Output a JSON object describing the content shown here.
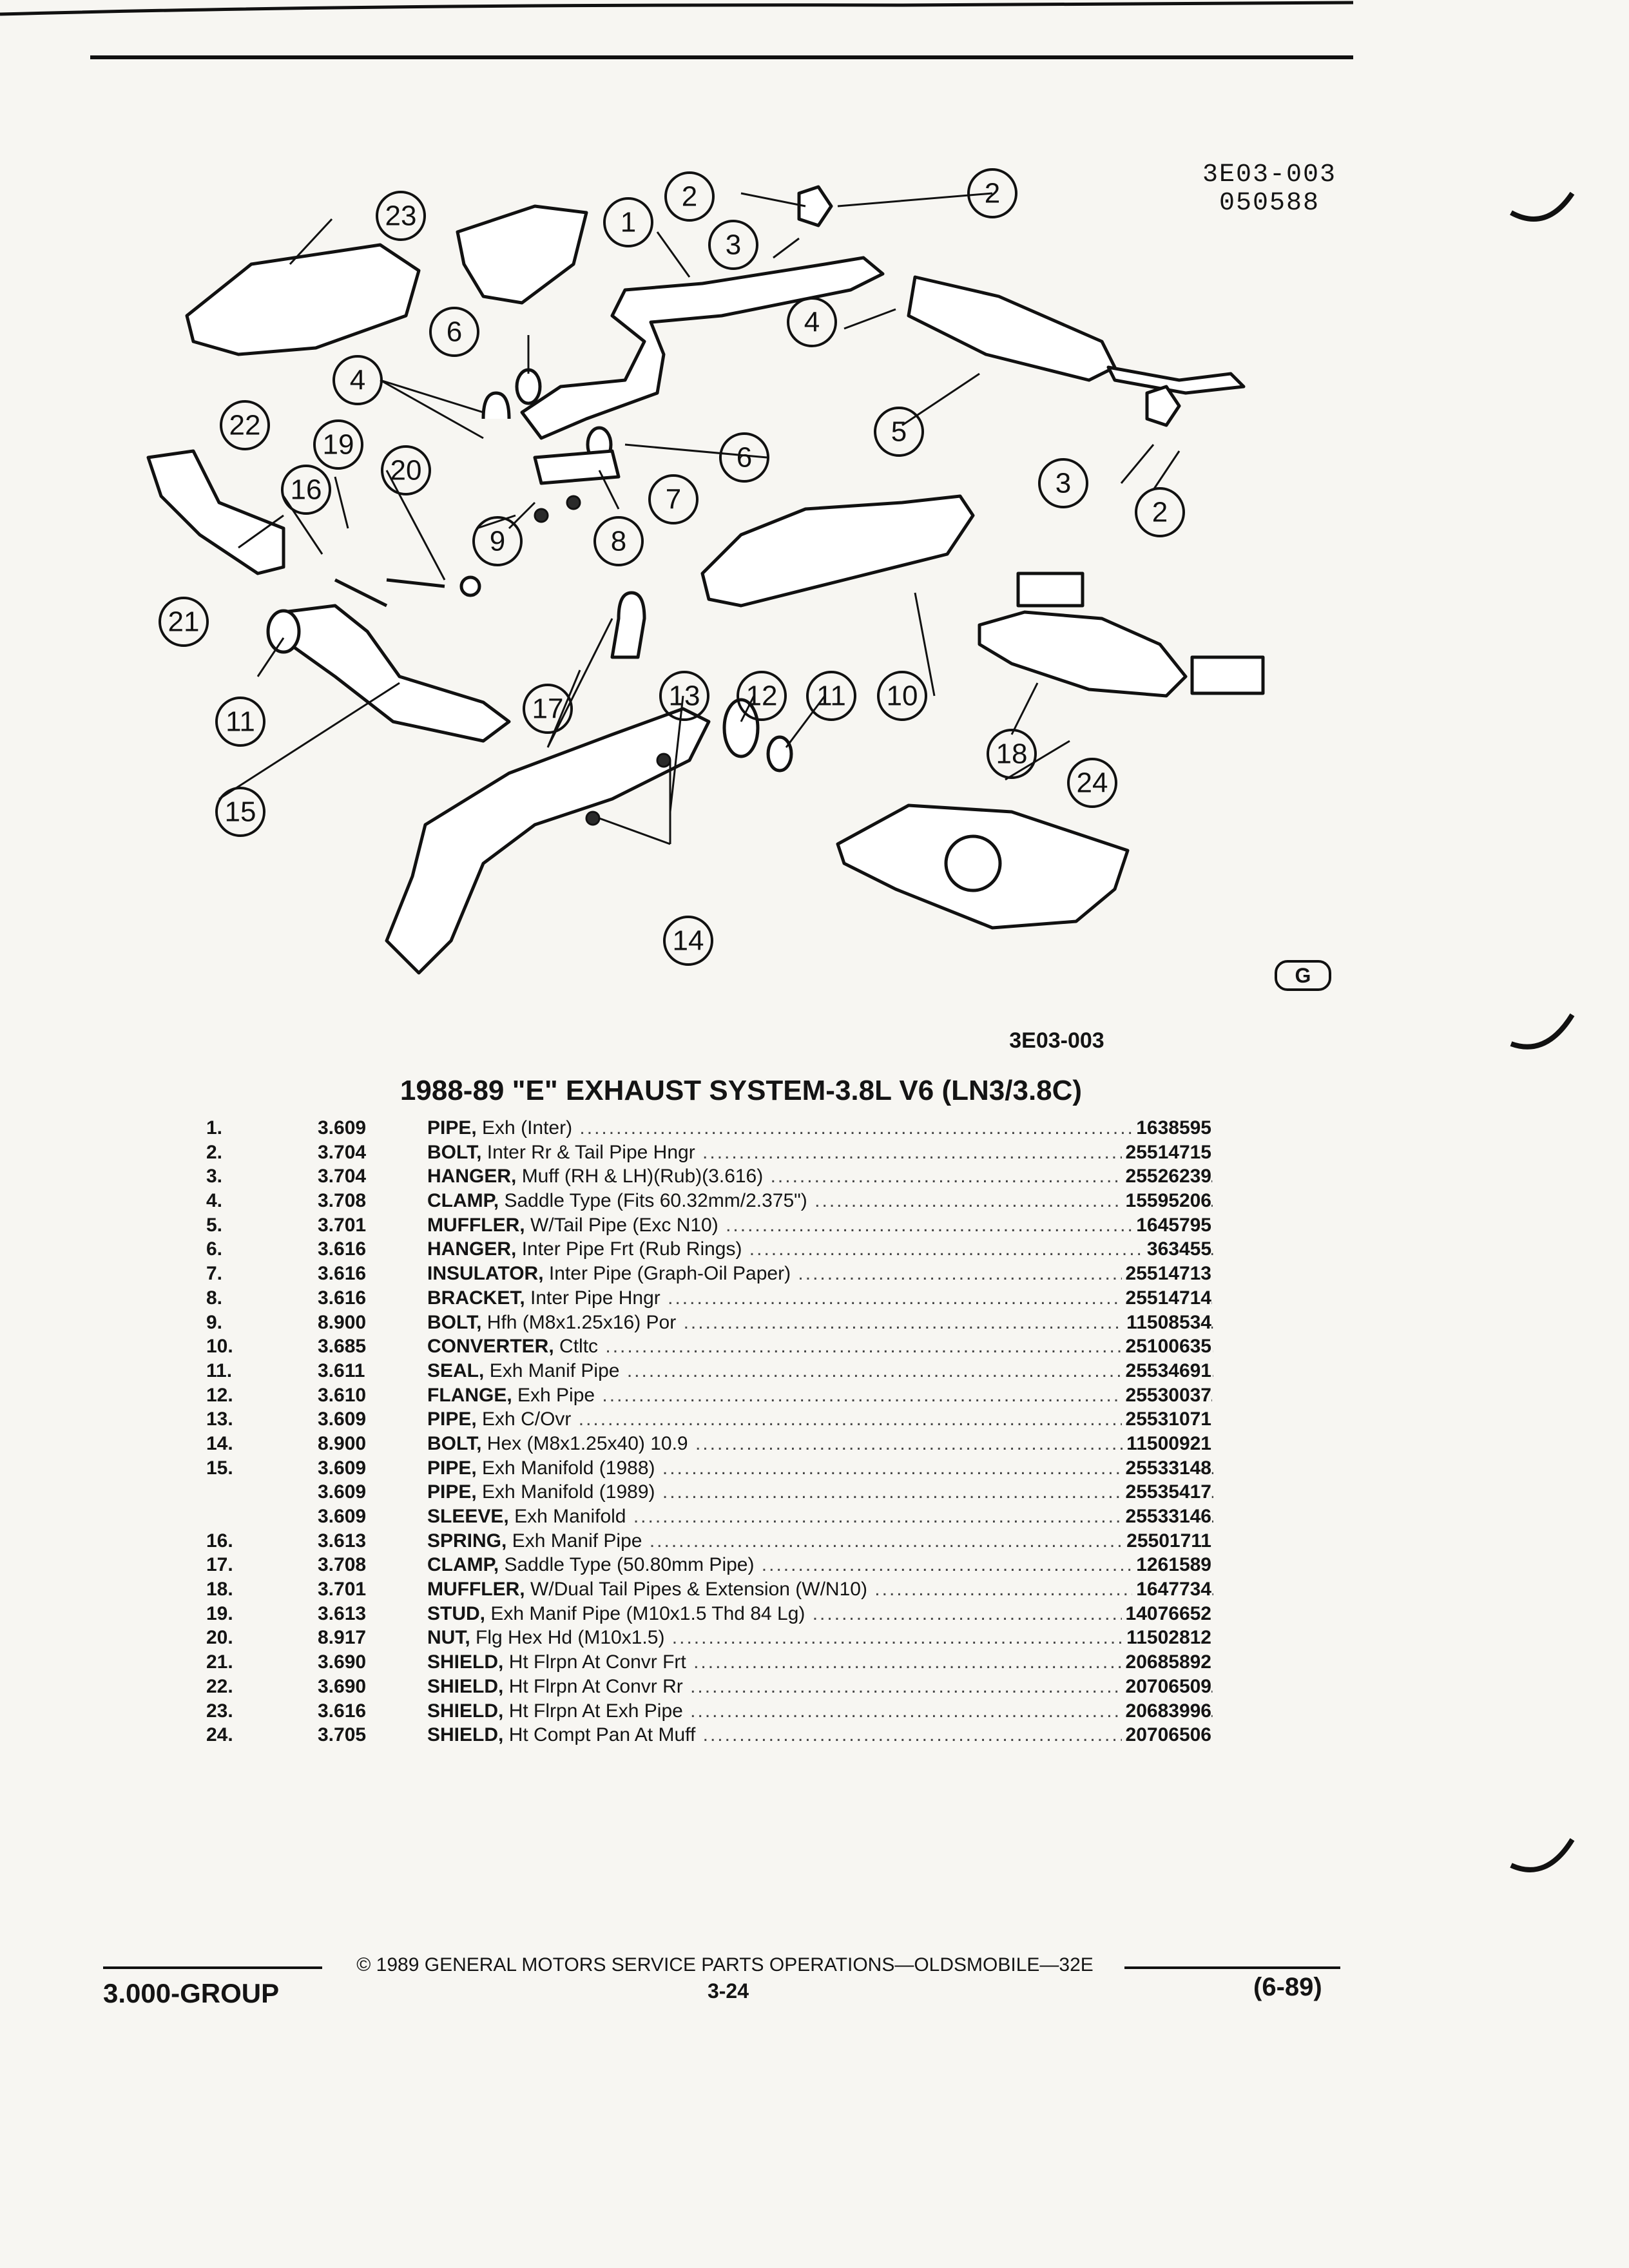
{
  "header": {
    "reference_top": [
      "3E03-003",
      "050588"
    ]
  },
  "figure": {
    "callouts": [
      "1",
      "2",
      "3",
      "4",
      "5",
      "6",
      "7",
      "8",
      "9",
      "10",
      "11",
      "12",
      "13",
      "14",
      "15",
      "16",
      "17",
      "18",
      "19",
      "20",
      "21",
      "22",
      "23",
      "24"
    ],
    "mark": "G",
    "reference_bottom": "3E03-003"
  },
  "title": "1988-89 \"E\" EXHAUST SYSTEM-3.8L V6 (LN3/3.8C)",
  "parts": [
    {
      "num": "1.",
      "group": "3.609",
      "name": "PIPE,",
      "desc": "Exh (Inter)",
      "part": "1638595"
    },
    {
      "num": "2.",
      "group": "3.704",
      "name": "BOLT,",
      "desc": "Inter Rr & Tail Pipe Hngr",
      "part": "25514715"
    },
    {
      "num": "3.",
      "group": "3.704",
      "name": "HANGER,",
      "desc": "Muff (RH & LH)(Rub)(3.616)",
      "part": "25526239"
    },
    {
      "num": "4.",
      "group": "3.708",
      "name": "CLAMP,",
      "desc": "Saddle Type (Fits 60.32mm/2.375\")",
      "part": "15595206"
    },
    {
      "num": "5.",
      "group": "3.701",
      "name": "MUFFLER,",
      "desc": "W/Tail Pipe (Exc N10)",
      "part": "1645795"
    },
    {
      "num": "6.",
      "group": "3.616",
      "name": "HANGER,",
      "desc": "Inter Pipe Frt (Rub Rings)",
      "part": "363455"
    },
    {
      "num": "7.",
      "group": "3.616",
      "name": "INSULATOR,",
      "desc": "Inter Pipe (Graph-Oil Paper)",
      "part": "25514713"
    },
    {
      "num": "8.",
      "group": "3.616",
      "name": "BRACKET,",
      "desc": "Inter Pipe Hngr",
      "part": "25514714"
    },
    {
      "num": "9.",
      "group": "8.900",
      "name": "BOLT,",
      "desc": "Hfh (M8x1.25x16) Por",
      "part": "11508534"
    },
    {
      "num": "10.",
      "group": "3.685",
      "name": "CONVERTER,",
      "desc": "Ctltc",
      "part": "25100635"
    },
    {
      "num": "11.",
      "group": "3.611",
      "name": "SEAL,",
      "desc": "Exh Manif Pipe",
      "part": "25534691"
    },
    {
      "num": "12.",
      "group": "3.610",
      "name": "FLANGE,",
      "desc": "Exh Pipe",
      "part": "25530037"
    },
    {
      "num": "13.",
      "group": "3.609",
      "name": "PIPE,",
      "desc": "Exh C/Ovr",
      "part": "25531071"
    },
    {
      "num": "14.",
      "group": "8.900",
      "name": "BOLT,",
      "desc": "Hex (M8x1.25x40) 10.9",
      "part": "11500921"
    },
    {
      "num": "15.",
      "group": "3.609",
      "name": "PIPE,",
      "desc": "Exh Manifold (1988)",
      "part": "25533148"
    },
    {
      "num": "",
      "group": "3.609",
      "name": "PIPE,",
      "desc": "Exh Manifold (1989)",
      "part": "25535417"
    },
    {
      "num": "",
      "group": "3.609",
      "name": "SLEEVE,",
      "desc": "Exh Manifold",
      "part": "25533146"
    },
    {
      "num": "16.",
      "group": "3.613",
      "name": "SPRING,",
      "desc": "Exh Manif Pipe",
      "part": "25501711"
    },
    {
      "num": "17.",
      "group": "3.708",
      "name": "CLAMP,",
      "desc": "Saddle Type (50.80mm Pipe)",
      "part": "1261589"
    },
    {
      "num": "18.",
      "group": "3.701",
      "name": "MUFFLER,",
      "desc": "W/Dual Tail Pipes & Extension (W/N10)",
      "part": "1647734"
    },
    {
      "num": "19.",
      "group": "3.613",
      "name": "STUD,",
      "desc": "Exh Manif Pipe (M10x1.5 Thd 84 Lg)",
      "part": "14076652"
    },
    {
      "num": "20.",
      "group": "8.917",
      "name": "NUT,",
      "desc": "Flg Hex Hd (M10x1.5)",
      "part": "11502812"
    },
    {
      "num": "21.",
      "group": "3.690",
      "name": "SHIELD,",
      "desc": "Ht Flrpn At Convr Frt",
      "part": "20685892"
    },
    {
      "num": "22.",
      "group": "3.690",
      "name": "SHIELD,",
      "desc": "Ht Flrpn At Convr Rr",
      "part": "20706509"
    },
    {
      "num": "23.",
      "group": "3.616",
      "name": "SHIELD,",
      "desc": "Ht Flrpn At Exh Pipe",
      "part": "20683996"
    },
    {
      "num": "24.",
      "group": "3.705",
      "name": "SHIELD,",
      "desc": "Ht Compt Pan At Muff",
      "part": "20706506"
    }
  ],
  "footer": {
    "copyright": "© 1989 GENERAL MOTORS SERVICE PARTS OPERATIONS—OLDSMOBILE—32E",
    "page": "3-24",
    "group": "3.000-GROUP",
    "date": "(6-89)"
  }
}
